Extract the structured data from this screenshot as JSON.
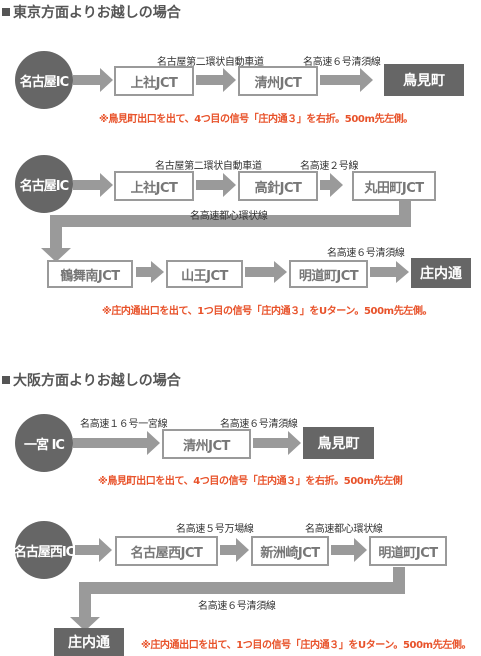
{
  "sections": [
    {
      "title": "東京方面よりお越しの場合",
      "routes": [
        {
          "start": "名古屋IC",
          "nodes": [
            "上社JCT",
            "清州JCT"
          ],
          "dest": "鳥見町",
          "labels": [
            "名古屋第二環状自動車道",
            "名高速６号清須線"
          ],
          "note": "※鳥見町出口を出て、4つ目の信号「庄内通３」を右折。500m先左側。"
        },
        {
          "start": "名古屋IC",
          "nodes": [
            "上社JCT",
            "高針JCT",
            "丸田町JCT",
            "鶴舞南JCT",
            "山王JCT",
            "明道町JCT"
          ],
          "dest": "庄内通",
          "labels": [
            "名古屋第二環状自動車道",
            "名高速２号線",
            "名高速都心環状線",
            "名高速６号清須線"
          ],
          "note": "※庄内通出口を出て、1つ目の信号「庄内通３」をUターン。500m先左側。"
        }
      ]
    },
    {
      "title": "大阪方面よりお越しの場合",
      "routes": [
        {
          "start": "一宮 IC",
          "nodes": [
            "清州JCT"
          ],
          "dest": "鳥見町",
          "labels": [
            "名高速１６号一宮線",
            "名高速６号清須線"
          ],
          "note": "※鳥見町出口を出て、4つ目の信号「庄内通３」を右折。500m先左側"
        },
        {
          "start": "名古屋西IC",
          "nodes": [
            "名古屋西JCT",
            "新洲崎JCT",
            "明道町JCT"
          ],
          "dest": "庄内通",
          "labels": [
            "名高速５号万場線",
            "名高速都心環状線",
            "名高速６号清須線"
          ],
          "note": "※庄内通出口を出て、1つ目の信号「庄内通３」をUターン。500m先左側。"
        }
      ]
    }
  ],
  "colors": {
    "arrow": "#9a9a9a",
    "circle": "#666666",
    "dest": "#666666",
    "note": "#e8522a",
    "box_border": "#9a9a9a"
  }
}
